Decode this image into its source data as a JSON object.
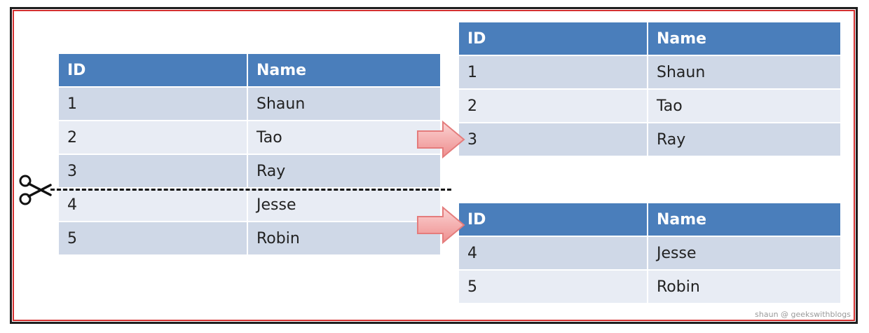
{
  "source_table": {
    "headers": [
      "ID",
      "Name"
    ],
    "rows": [
      [
        "1",
        "Shaun"
      ],
      [
        "2",
        "Tao"
      ],
      [
        "3",
        "Ray"
      ],
      [
        "4",
        "Jesse"
      ],
      [
        "5",
        "Robin"
      ]
    ]
  },
  "partition_1": {
    "headers": [
      "ID",
      "Name"
    ],
    "rows": [
      [
        "1",
        "Shaun"
      ],
      [
        "2",
        "Tao"
      ],
      [
        "3",
        "Ray"
      ]
    ]
  },
  "partition_2": {
    "headers": [
      "ID",
      "Name"
    ],
    "rows": [
      [
        "4",
        "Jesse"
      ],
      [
        "5",
        "Robin"
      ]
    ]
  },
  "watermark": "shaun @ geekswithblogs",
  "colors": {
    "header": "#4a7ebb",
    "row_odd": "#cfd8e7",
    "row_even": "#e8ecf4",
    "arrow": "#f4a6a6",
    "frame_border": "#1e1e1e",
    "inner_border": "#d32f2f"
  },
  "icons": [
    "scissors-icon",
    "arrow-right-icon"
  ]
}
